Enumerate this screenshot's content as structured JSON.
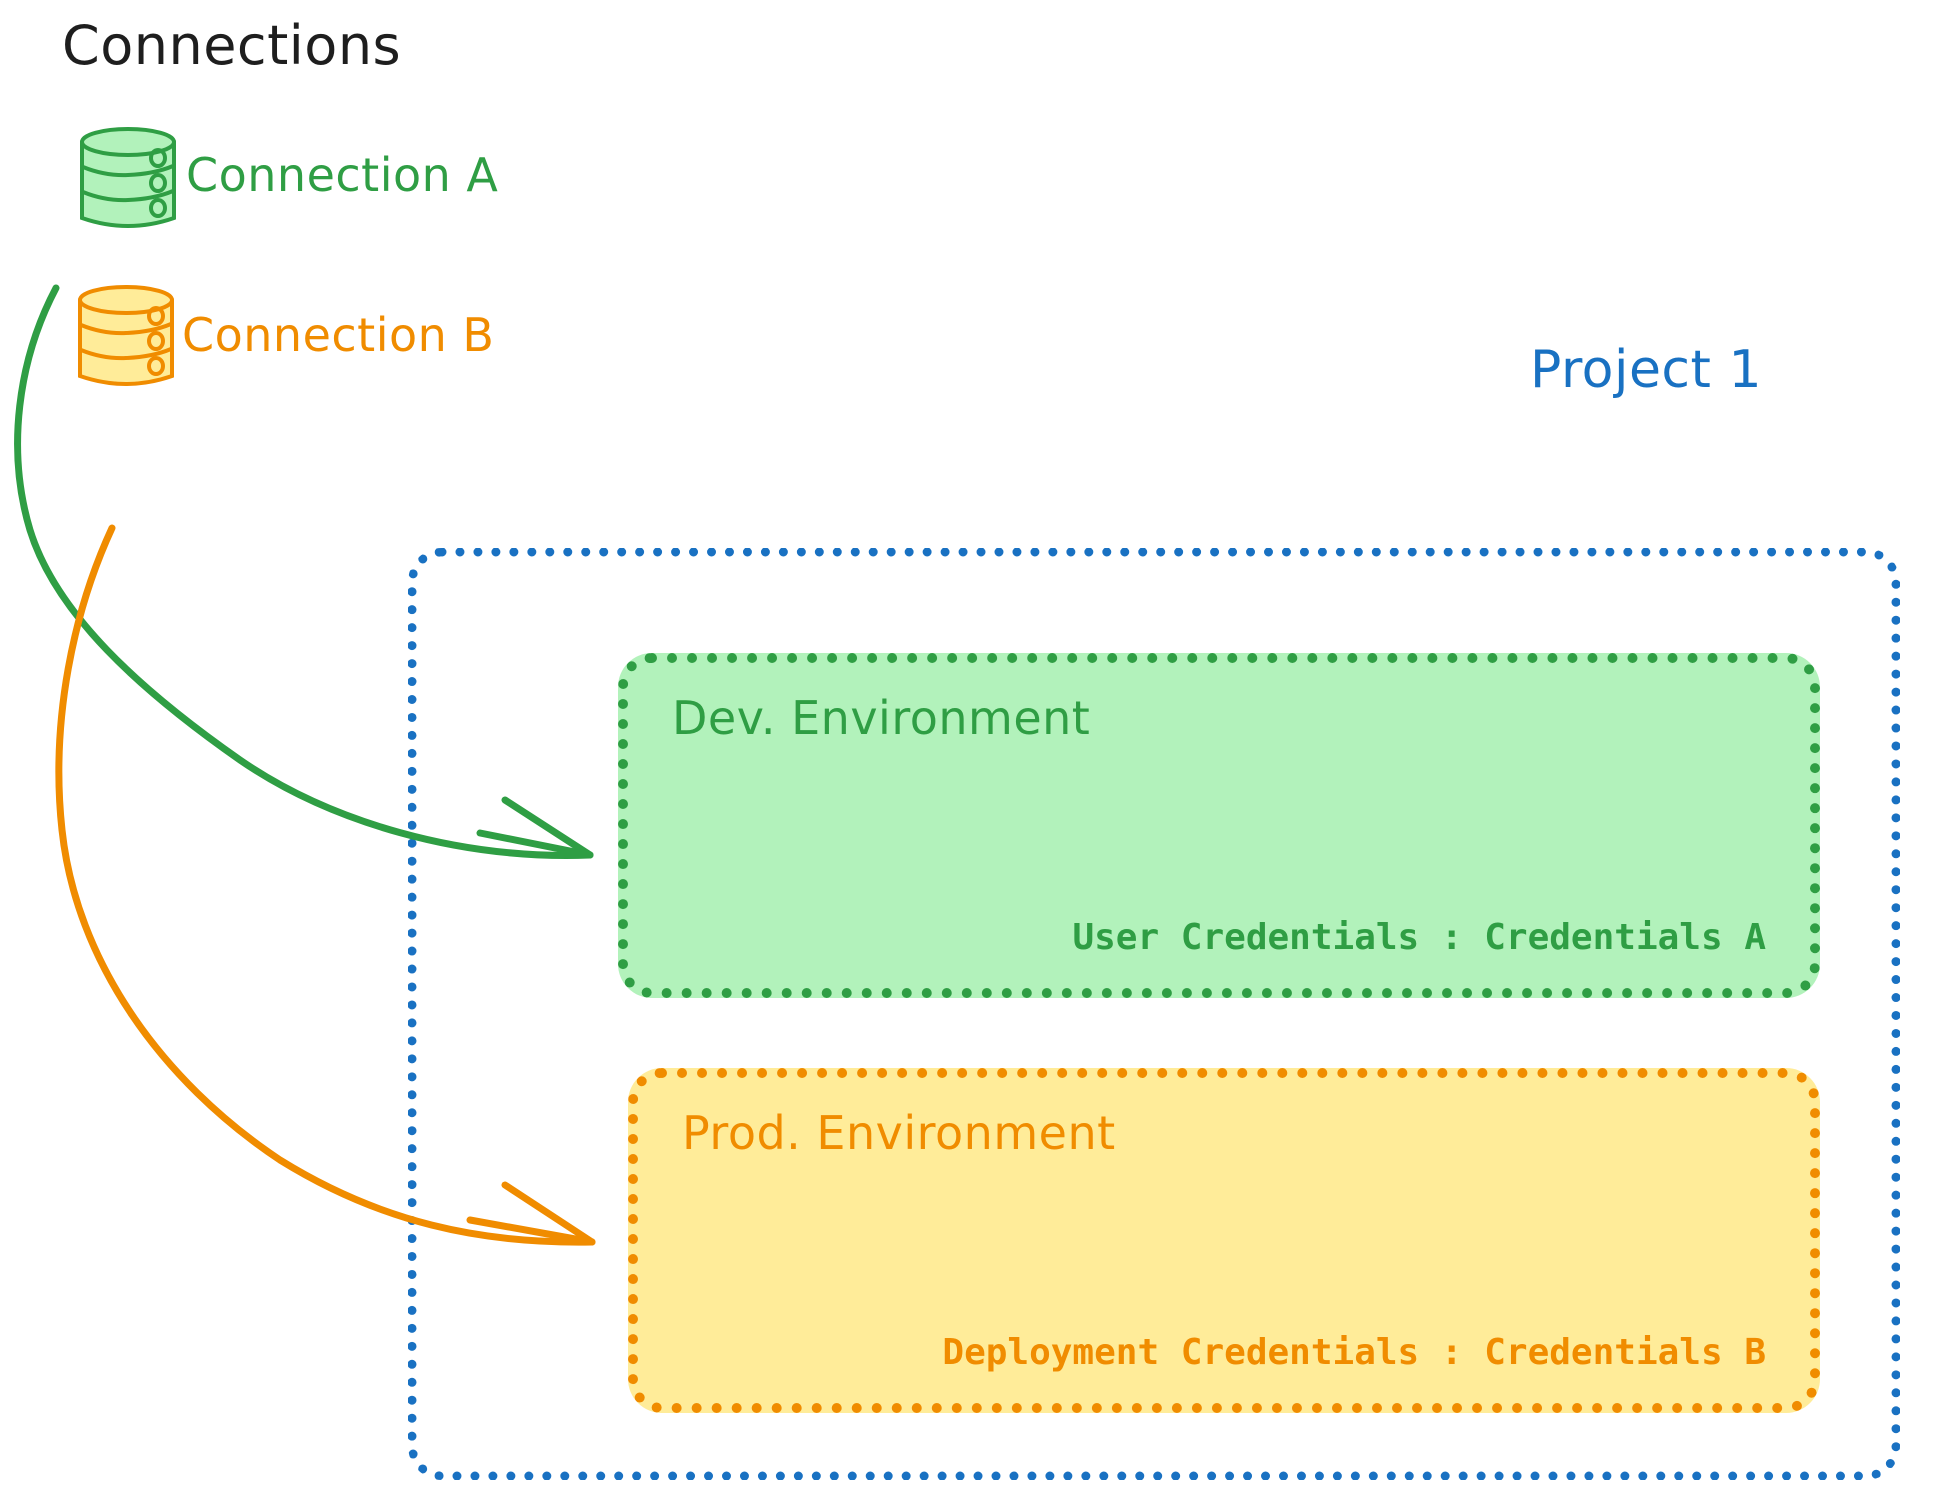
{
  "diagram": {
    "title": "Connections",
    "project_label": "Project 1",
    "connections": [
      {
        "label": "Connection A",
        "icon": "database-icon",
        "color": "#2f9e44"
      },
      {
        "label": "Connection B",
        "icon": "database-icon",
        "color": "#f08c00"
      }
    ],
    "environments": [
      {
        "title": "Dev. Environment",
        "credentials": "User Credentials : Credentials A",
        "color": "#2f9e44",
        "fill": "#b2f2bb"
      },
      {
        "title": "Prod. Environment",
        "credentials": "Deployment Credentials : Credentials B",
        "color": "#f08c00",
        "fill": "#ffec99"
      }
    ],
    "arrows": [
      {
        "from": "Connection A",
        "to": "Dev. Environment",
        "color": "#2f9e44"
      },
      {
        "from": "Connection B",
        "to": "Prod. Environment",
        "color": "#f08c00"
      }
    ],
    "colors": {
      "title_text": "#1e1e1e",
      "green": "#2f9e44",
      "green_fill": "#b2f2bb",
      "orange": "#f08c00",
      "orange_fill": "#ffec99",
      "blue": "#1971c2",
      "background": "#ffffff"
    }
  }
}
